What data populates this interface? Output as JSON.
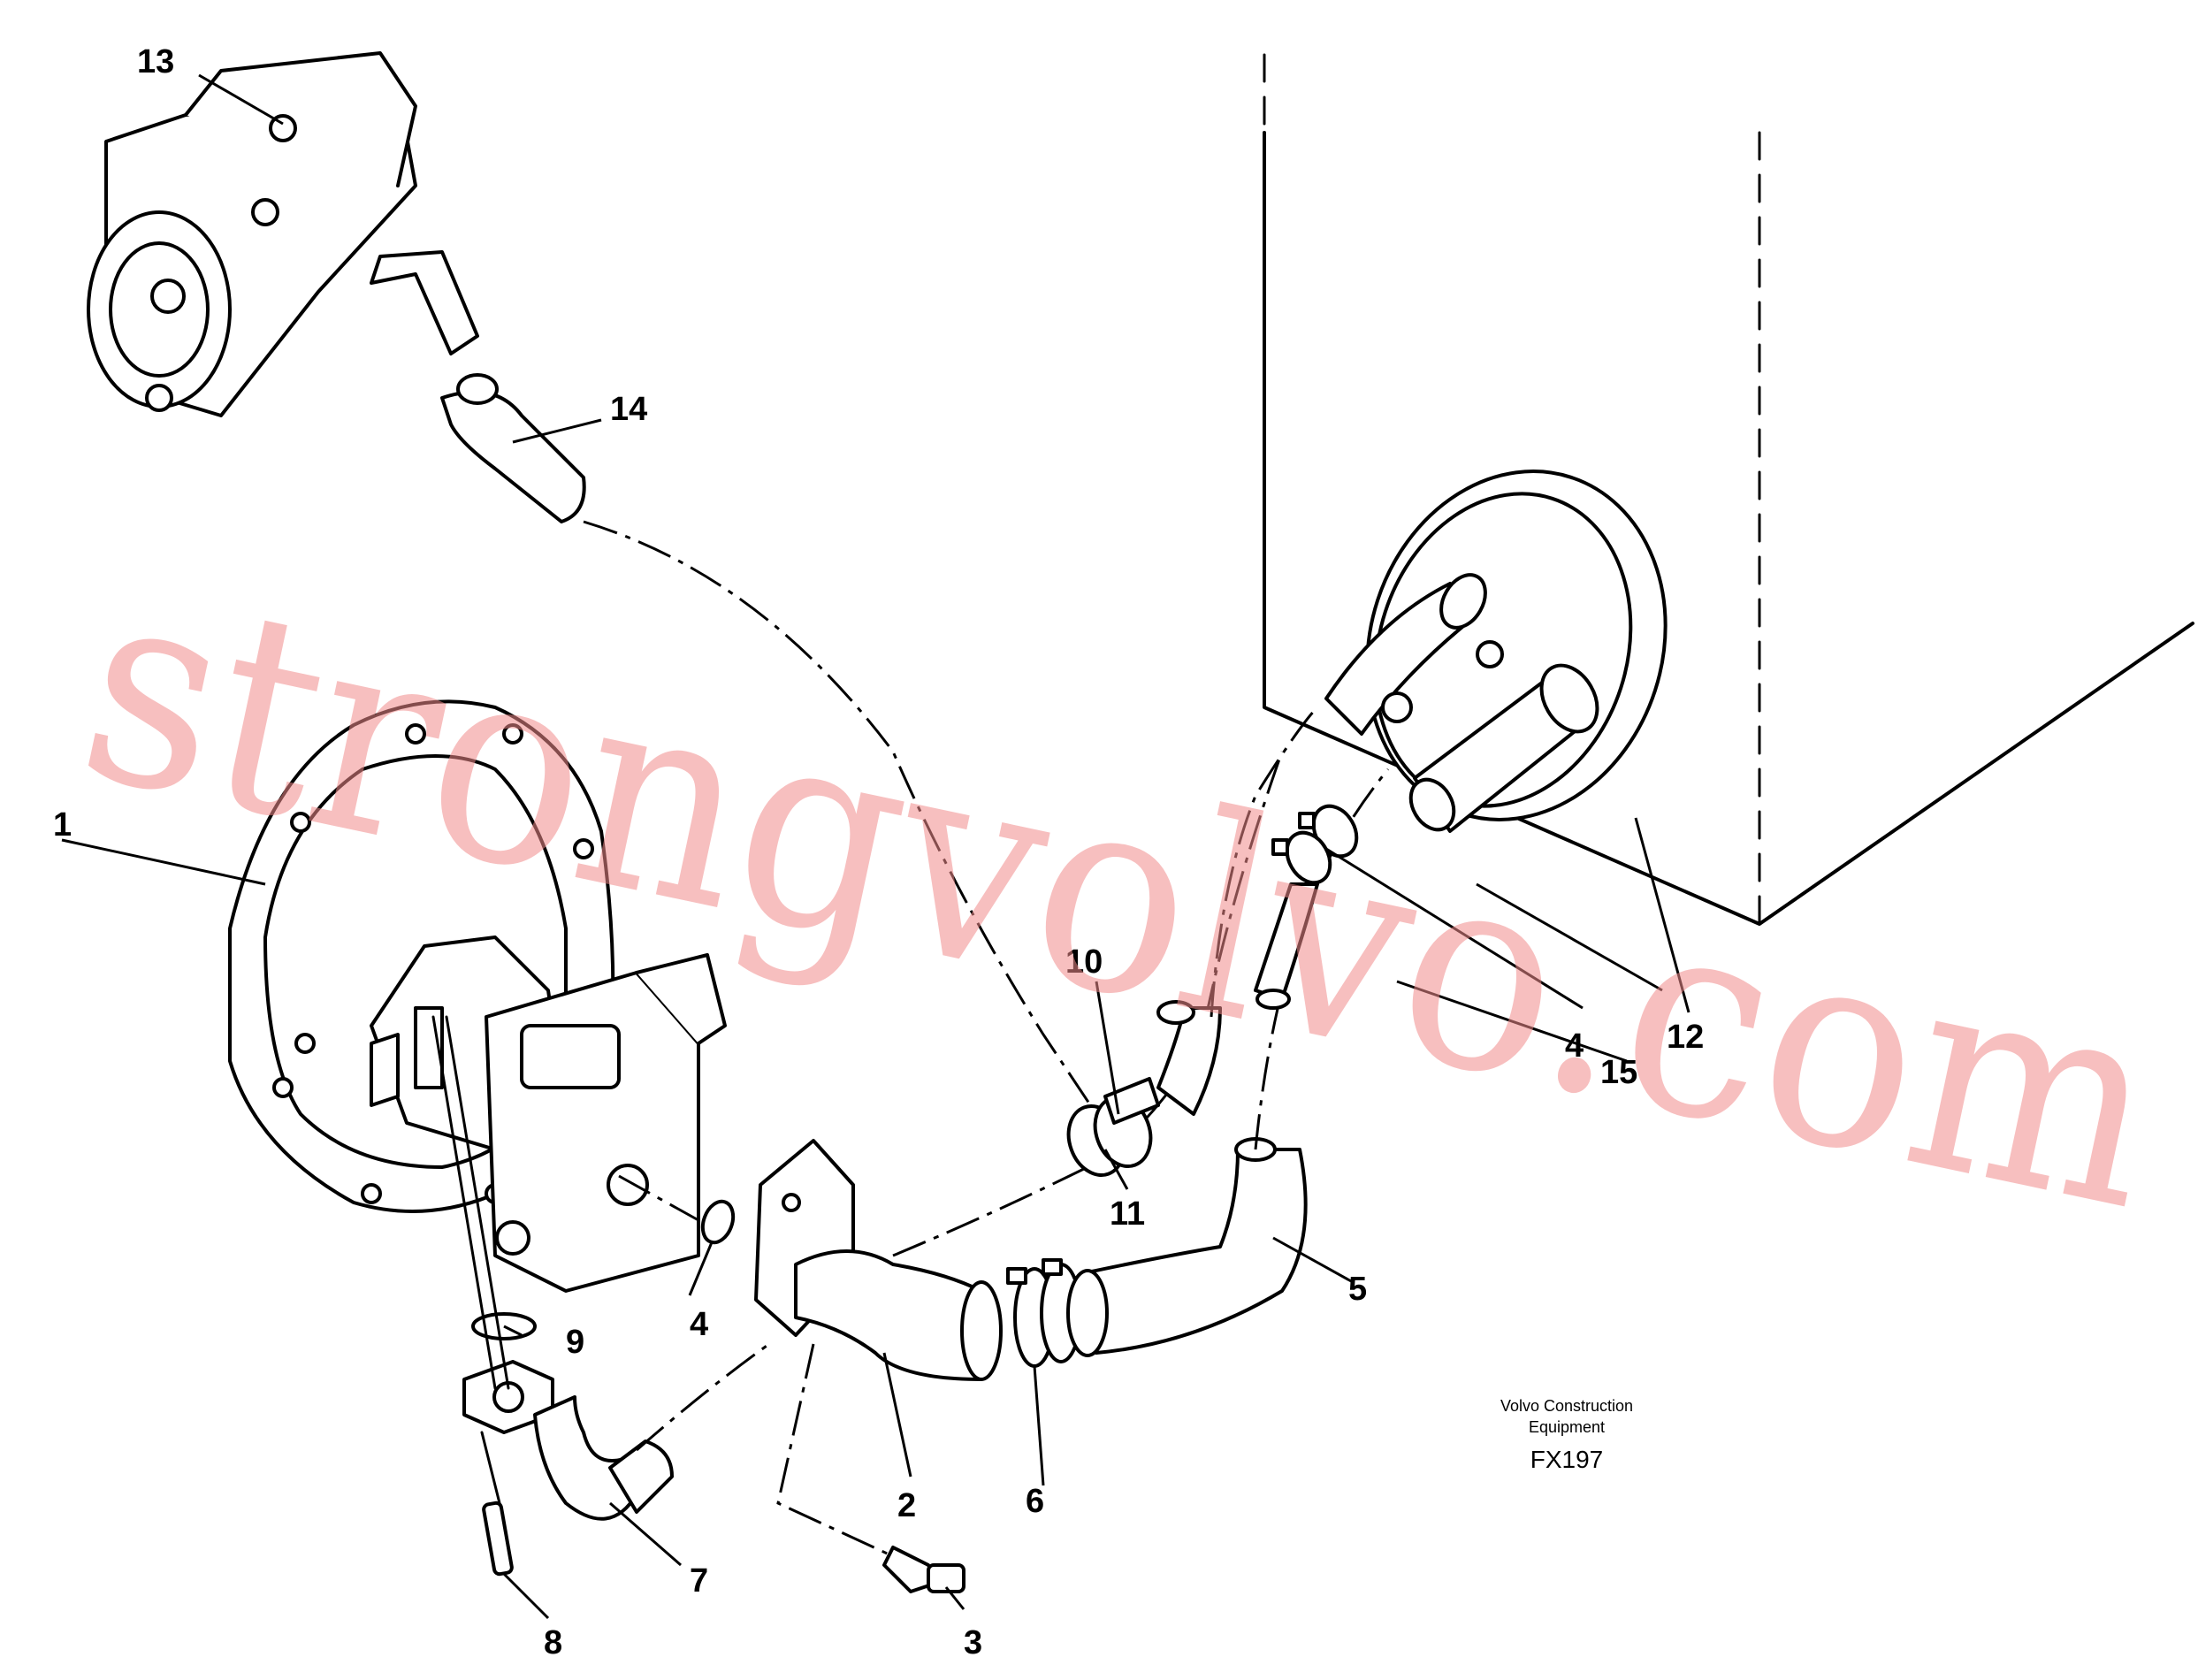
{
  "callouts": [
    {
      "id": "c1",
      "text": "1"
    },
    {
      "id": "c2",
      "text": "2"
    },
    {
      "id": "c3",
      "text": "3"
    },
    {
      "id": "c4a",
      "text": "4"
    },
    {
      "id": "c4b",
      "text": "4"
    },
    {
      "id": "c5",
      "text": "5"
    },
    {
      "id": "c6",
      "text": "6"
    },
    {
      "id": "c7",
      "text": "7"
    },
    {
      "id": "c8",
      "text": "8"
    },
    {
      "id": "c9",
      "text": "9"
    },
    {
      "id": "c10",
      "text": "10"
    },
    {
      "id": "c11",
      "text": "11"
    },
    {
      "id": "c12",
      "text": "12"
    },
    {
      "id": "c13",
      "text": "13"
    },
    {
      "id": "c14",
      "text": "14"
    },
    {
      "id": "c15",
      "text": "15"
    }
  ],
  "credit": {
    "line1": "Volvo Construction",
    "line2": "Equipment",
    "code": "FX197"
  },
  "watermark": "strongvolvo.com"
}
